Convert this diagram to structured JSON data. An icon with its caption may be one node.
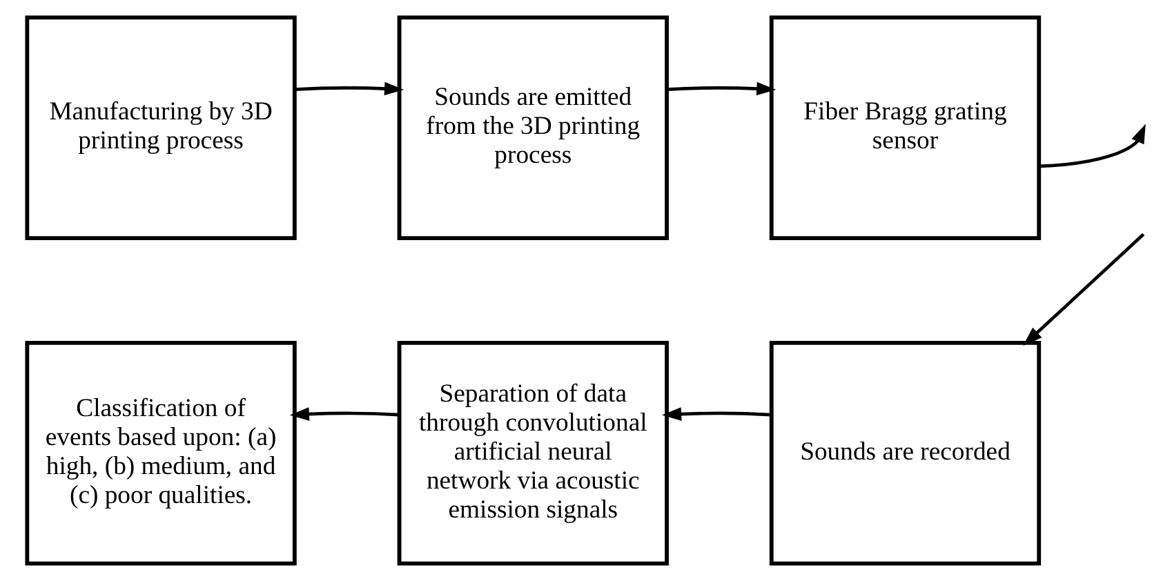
{
  "diagram": {
    "nodes": [
      {
        "text": [
          "Manufacturing by 3D printing process"
        ]
      },
      {
        "text": [
          "Sounds are emitted from the 3D printing process"
        ]
      },
      {
        "text": [
          "Fiber Bragg grating sensor"
        ]
      },
      {
        "text": [
          "Classification of events based upon: (a) high, (b) medium, and (c) poor qualities."
        ]
      },
      {
        "text": [
          "Separation of data through convolutional artificial neural network via acoustic emission signals"
        ]
      },
      {
        "text": [
          "Sounds are recorded"
        ]
      }
    ],
    "edges": [
      {
        "from": 0,
        "to": 1,
        "arrow": "to"
      },
      {
        "from": 1,
        "to": 2,
        "arrow": "to"
      },
      {
        "from": 2,
        "to": null,
        "arrow": "to"
      },
      {
        "from": null,
        "to": 5,
        "arrow": "to"
      },
      {
        "from": 5,
        "to": 4,
        "arrow": "to"
      },
      {
        "from": 4,
        "to": 3,
        "arrow": "to"
      }
    ]
  }
}
